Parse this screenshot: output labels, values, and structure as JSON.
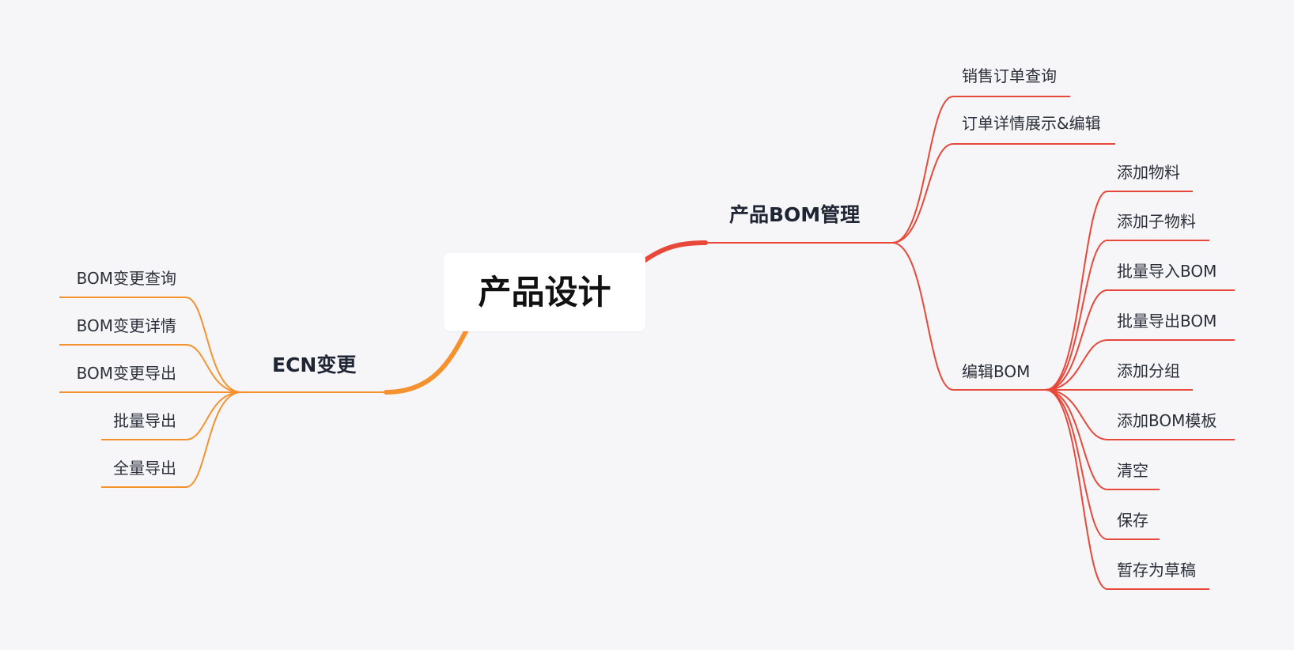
{
  "root": {
    "label": "产品设计"
  },
  "colors": {
    "background": "#f6f6f8",
    "right_branch": "#e8483a",
    "left_branch": "#f5922e"
  },
  "right": {
    "label": "产品BOM管理",
    "children": [
      {
        "label": "销售订单查询"
      },
      {
        "label": "订单详情展示&编辑"
      },
      {
        "label": "编辑BOM",
        "children": [
          {
            "label": "添加物料"
          },
          {
            "label": "添加子物料"
          },
          {
            "label": "批量导入BOM"
          },
          {
            "label": "批量导出BOM"
          },
          {
            "label": "添加分组"
          },
          {
            "label": "添加BOM模板"
          },
          {
            "label": "清空"
          },
          {
            "label": "保存"
          },
          {
            "label": "暂存为草稿"
          }
        ]
      }
    ]
  },
  "left": {
    "label": "ECN变更",
    "children": [
      {
        "label": "BOM变更查询"
      },
      {
        "label": "BOM变更详情"
      },
      {
        "label": "BOM变更导出"
      },
      {
        "label": "批量导出"
      },
      {
        "label": "全量导出"
      }
    ]
  }
}
